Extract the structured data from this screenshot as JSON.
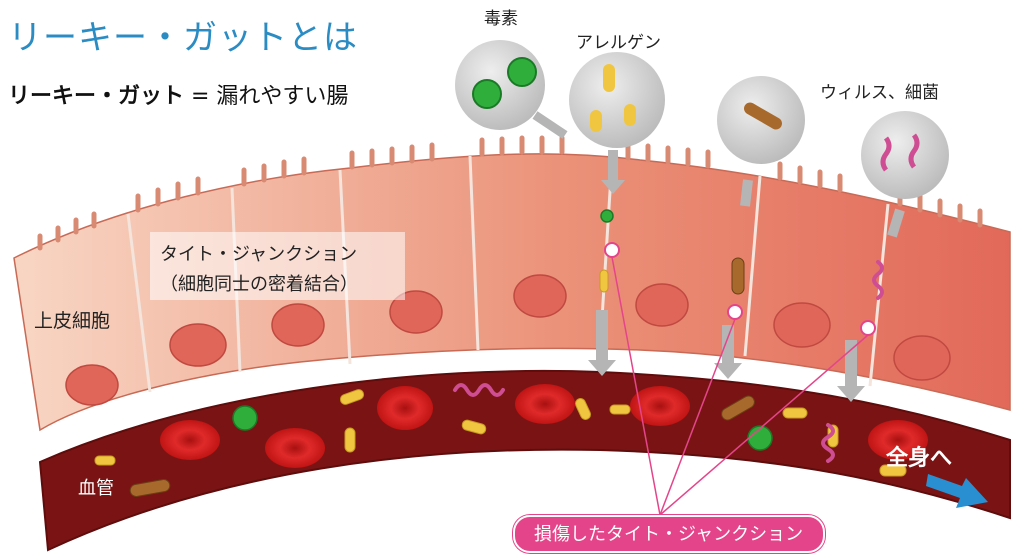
{
  "title": "リーキー・ガットとは",
  "subtitle_bold": "リーキー・ガット",
  "subtitle_rest": " = 漏れやすい腸",
  "labels": {
    "toxin": "毒素",
    "allergen": "アレルゲン",
    "virus_bacteria": "ウィルス、細菌",
    "epithelial": "上皮細胞",
    "tight_junction_1": "タイト・ジャンクション",
    "tight_junction_2": "（細胞同士の密着結合）",
    "blood_vessel": "血管",
    "to_whole_body": "全身へ",
    "damaged_tj": "損傷したタイト・ジャンクション"
  },
  "colors": {
    "title": "#2b8cc4",
    "cell_light": "#f8d6c4",
    "cell_dark": "#e2695a",
    "vessel": "#7a1414",
    "rbc": "#d71e1e",
    "toxin": "#2fae3c",
    "allergen": "#f0c640",
    "virus": "#cf4d93",
    "bacteria": "#a86a2c",
    "accent_pink": "#e4458a",
    "arrow_blue": "#2a8fd0"
  }
}
